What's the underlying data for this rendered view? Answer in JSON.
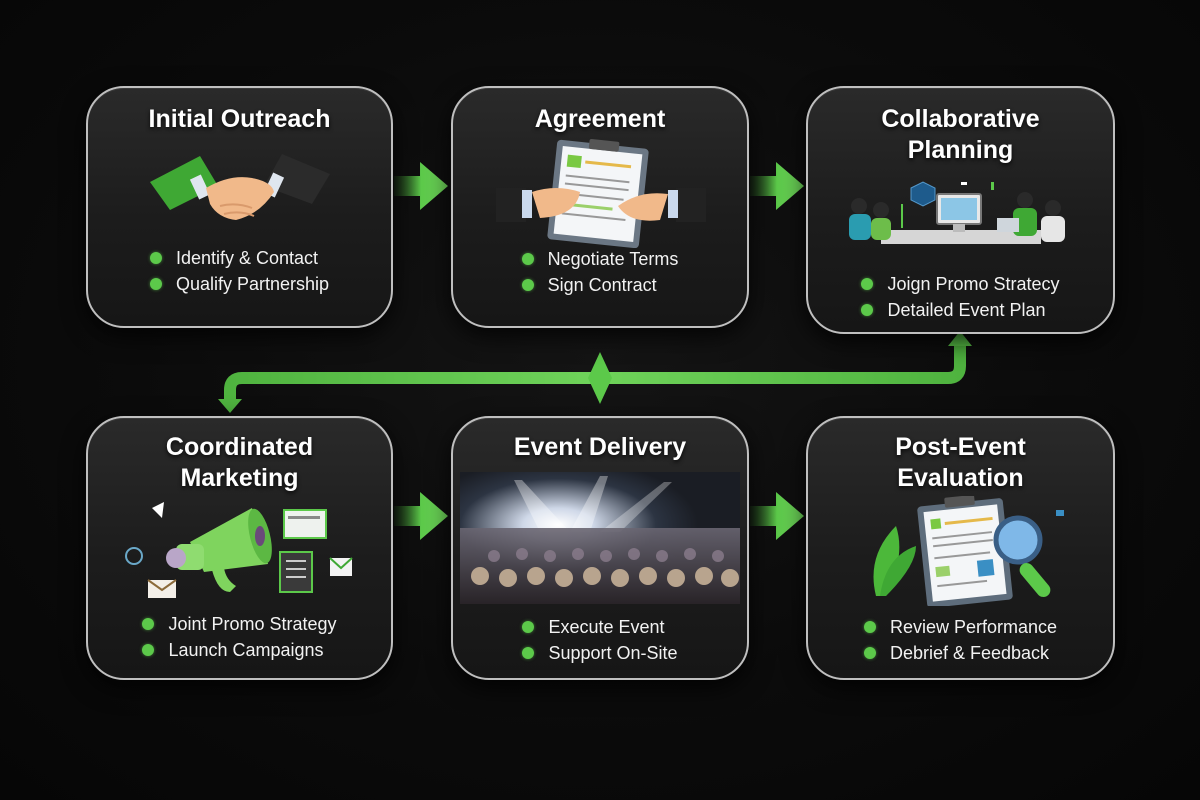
{
  "colors": {
    "background": "#0b0b0b",
    "card_bg": "#1e1e1e",
    "card_border": "#bfbfbf",
    "accent_green": "#5cc94a",
    "text": "#ffffff"
  },
  "steps": [
    {
      "title": "Initial Outreach",
      "illustration": "handshake-icon",
      "bullets": [
        "Identify & Contact",
        "Qualify Partnership"
      ]
    },
    {
      "title": "Agreement",
      "illustration": "contract-handshake-icon",
      "bullets": [
        "Negotiate Terms",
        "Sign Contract"
      ]
    },
    {
      "title": "Collaborative\nPlanning",
      "illustration": "team-meeting-icon",
      "bullets": [
        "Joign Promo Stratecy",
        "Detailed Event Plan"
      ]
    },
    {
      "title": "Coordinated\nMarketing",
      "illustration": "megaphone-icon",
      "bullets": [
        "Joint Promo Strategy",
        "Launch Campaigns"
      ]
    },
    {
      "title": "Event Delivery",
      "illustration": "concert-crowd-photo",
      "bullets": [
        "Execute Event",
        "Support On-Site"
      ]
    },
    {
      "title": "Post-Event\nEvaluation",
      "illustration": "clipboard-magnifier-icon",
      "bullets": [
        "Review Performance",
        "Debrief & Feedback"
      ]
    }
  ],
  "connectors": [
    {
      "from": "Initial Outreach",
      "to": "Agreement",
      "type": "arrow-right"
    },
    {
      "from": "Agreement",
      "to": "Collaborative Planning",
      "type": "arrow-right"
    },
    {
      "from": "Collaborative Planning",
      "to": "Coordinated Marketing",
      "type": "elbow-loop"
    },
    {
      "from": "Coordinated Marketing",
      "to": "Event Delivery",
      "type": "arrow-right"
    },
    {
      "from": "Event Delivery",
      "to": "Post-Event Evaluation",
      "type": "arrow-right"
    }
  ]
}
